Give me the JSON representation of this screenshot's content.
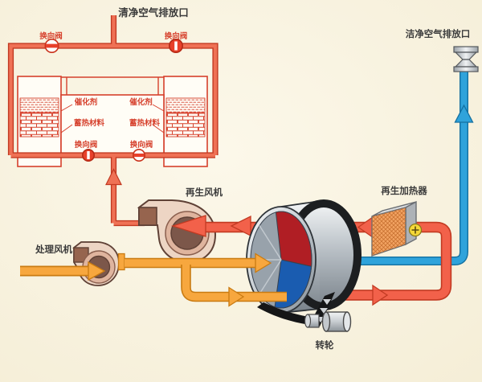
{
  "diagram": {
    "labels": {
      "rto_outlet": "清净空气排放口",
      "clean_outlet": "洁净空气排放口",
      "reversing_valve": "换向阀",
      "catalyst": "催化剂",
      "heat_storage": "蓄热材料",
      "regen_fan": "再生风机",
      "process_fan": "处理风机",
      "regen_heater": "再生加热器",
      "rotor": "转轮"
    },
    "colors": {
      "background": "#f8f2df",
      "line_red": "#d6402c",
      "pipe_red_fill": "#f2614a",
      "pipe_red_dark": "#c23a22",
      "pipe_orange_fill": "#f7a73e",
      "pipe_orange_dark": "#c97b12",
      "pipe_blue_fill": "#2fa3db",
      "pipe_blue_dark": "#1470a0",
      "rotor_red": "#b01e24",
      "rotor_blue": "#1a5cb0",
      "heater_face": "#f2a362",
      "fan_body": "#edd5c4"
    }
  }
}
